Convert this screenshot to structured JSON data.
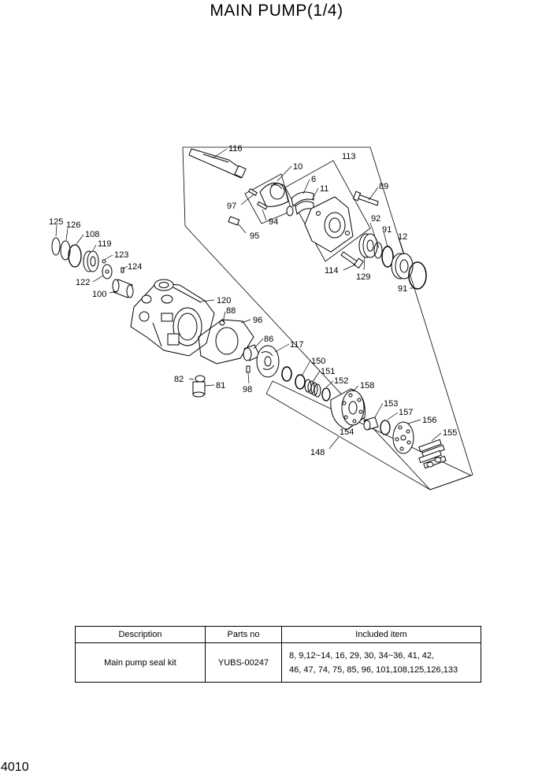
{
  "title": "MAIN PUMP(1/4)",
  "page_number": "4010",
  "part_labels": {
    "p116": "116",
    "p10": "10",
    "p113": "113",
    "p6": "6",
    "p11": "11",
    "p89": "89",
    "p97": "97",
    "p94": "94",
    "p95": "95",
    "p92": "92",
    "p91a": "91",
    "p12": "12",
    "p114": "114",
    "p129": "129",
    "p91b": "91",
    "p125": "125",
    "p126": "126",
    "p108": "108",
    "p119": "119",
    "p123": "123",
    "p124": "124",
    "p122": "122",
    "p100": "100",
    "p120": "120",
    "p88": "88",
    "p96": "96",
    "p86": "86",
    "p117": "117",
    "p82": "82",
    "p81": "81",
    "p98": "98",
    "p150": "150",
    "p151": "151",
    "p152": "152",
    "p158": "158",
    "p153": "153",
    "p157": "157",
    "p154": "154",
    "p156": "156",
    "p155": "155",
    "p148": "148"
  },
  "kit_table": {
    "headers": [
      "Description",
      "Parts no",
      "Included item"
    ],
    "rows": [
      {
        "description": "Main pump seal kit",
        "parts_no": "YUBS-00247",
        "included_line1": "8, 9,12~14, 16, 29, 30, 34~36, 41, 42,",
        "included_line2": "46, 47, 74, 75, 85, 96, 101,108,125,126,133"
      }
    ]
  }
}
